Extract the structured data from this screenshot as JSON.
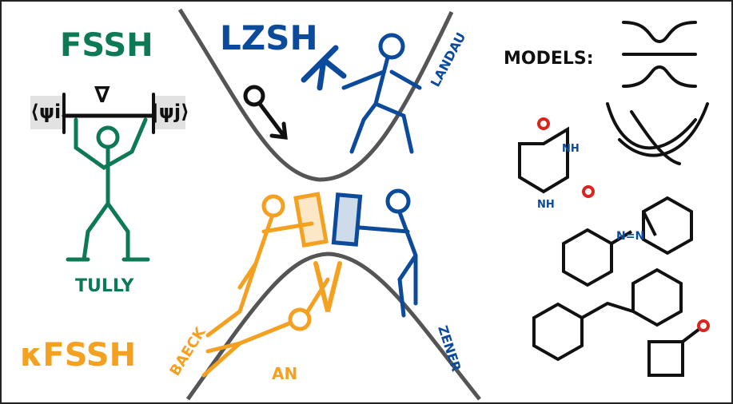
{
  "colors": {
    "green": "#0d7a55",
    "blue": "#0c4a9b",
    "orange": "#f4a021",
    "curve": "#555555",
    "ink": "#111111",
    "red": "#d8261e"
  },
  "labels": {
    "fssh": "FSSH",
    "lzsh": "LZSH",
    "kfssh": "κFSSH",
    "tully": "TULLY",
    "landau": "LANDAU",
    "zener": "ZENER",
    "baeck": "BAECK",
    "an": "AN",
    "models": "MODELS:"
  },
  "braket": {
    "left": "⟨ψi|",
    "right": "|ψj⟩",
    "gradient": "∇"
  },
  "molecules": {
    "uracil_nh_top": "NH",
    "uracil_nh_bottom": "NH",
    "oxygen": "O",
    "azo": "N=N"
  }
}
